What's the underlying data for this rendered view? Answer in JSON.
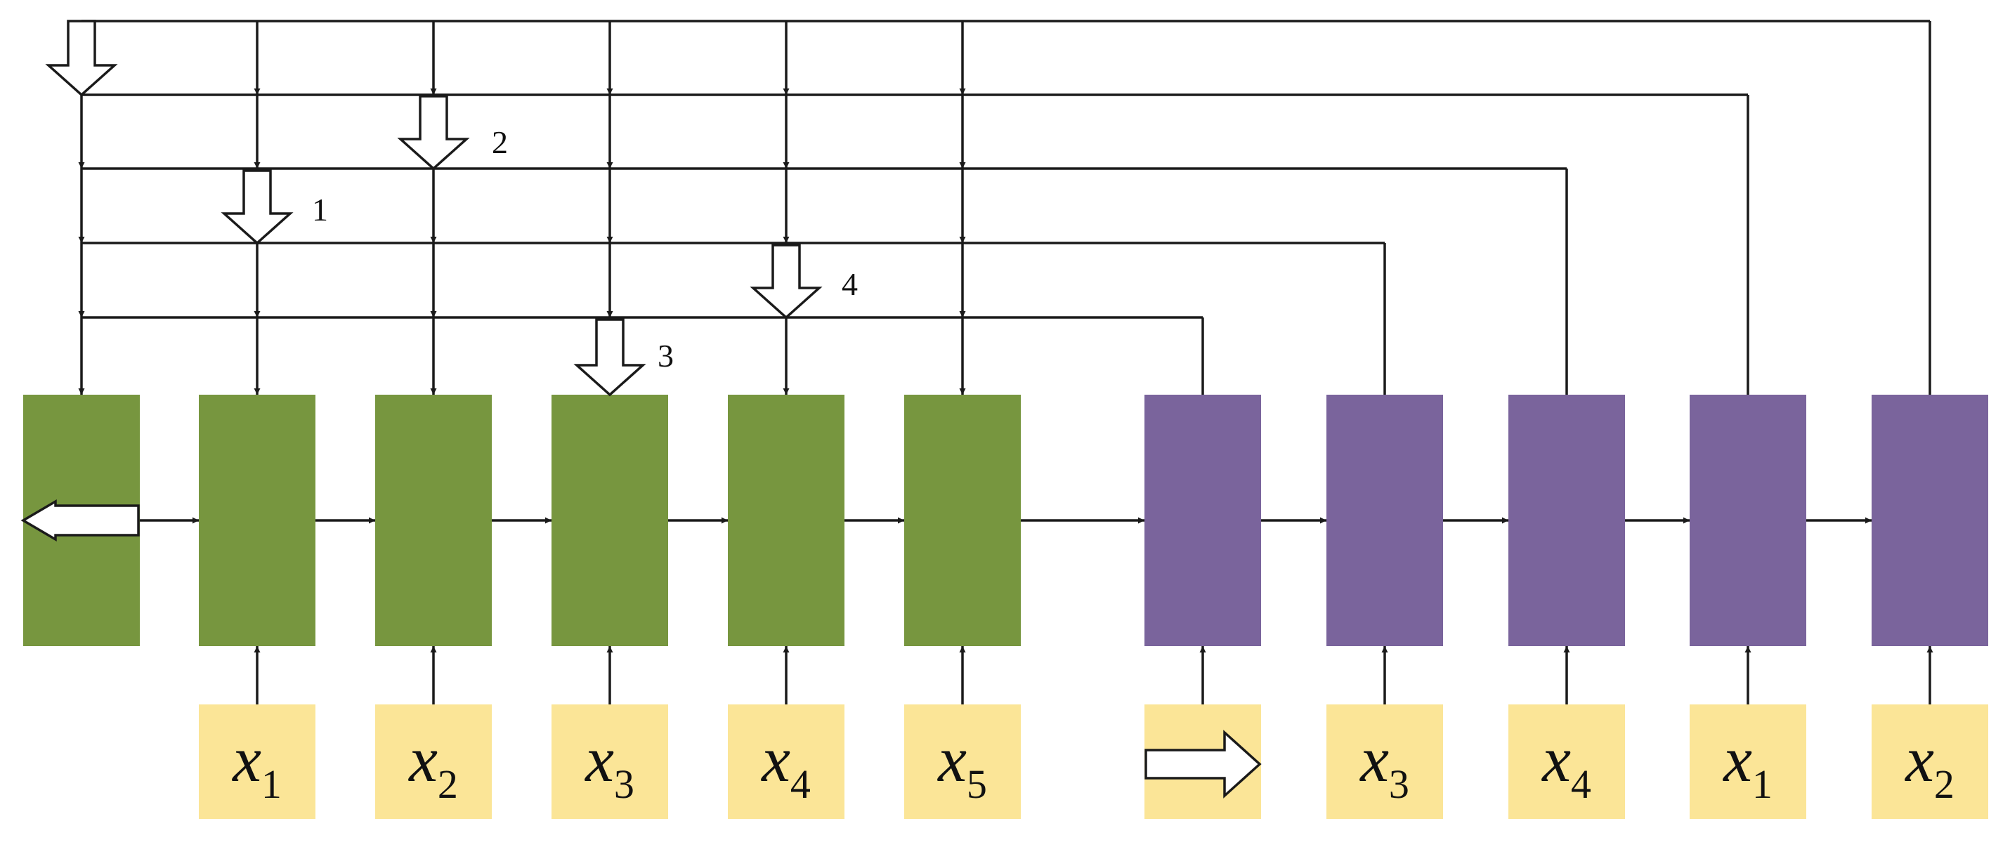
{
  "colors": {
    "encoder": "#77963f",
    "decoder": "#7a649c",
    "input": "#fbe597",
    "line": "#1a1a1a",
    "arrow_outline": "#1a1a1a",
    "arrow_fill": "#ffffff"
  },
  "encoder": {
    "block_count": 6,
    "inputs": [
      {
        "var": "x",
        "sub": "1"
      },
      {
        "var": "x",
        "sub": "2"
      },
      {
        "var": "x",
        "sub": "3"
      },
      {
        "var": "x",
        "sub": "4"
      },
      {
        "var": "x",
        "sub": "5"
      }
    ]
  },
  "decoder": {
    "block_count": 5,
    "inputs": [
      {
        "var": "x",
        "sub": "3"
      },
      {
        "var": "x",
        "sub": "4"
      },
      {
        "var": "x",
        "sub": "1"
      },
      {
        "var": "x",
        "sub": "2"
      }
    ]
  },
  "pointer_labels": [
    "1",
    "2",
    "3",
    "4"
  ],
  "icons": {
    "pointer": "hollow-down-arrow-icon",
    "output": "hollow-left-arrow-icon",
    "start": "hollow-right-arrow-icon"
  }
}
